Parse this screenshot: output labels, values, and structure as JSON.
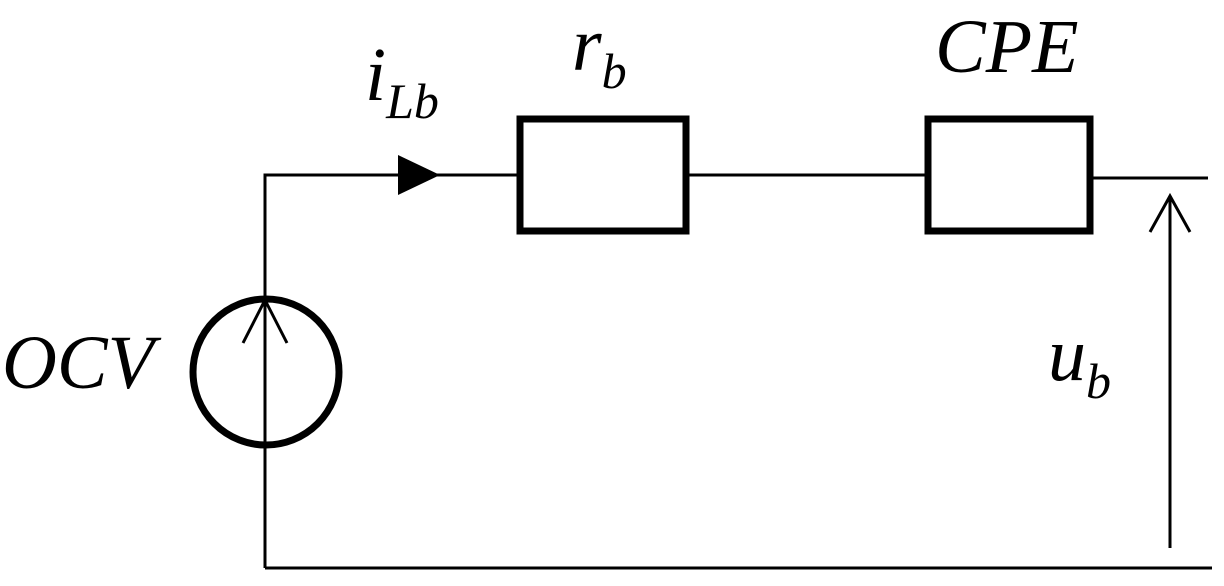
{
  "diagram": {
    "type": "equivalent-circuit",
    "colors": {
      "line": "#000000",
      "background": "#ffffff"
    },
    "labels": {
      "current": {
        "base": "i",
        "subscript": "Lb"
      },
      "resistor": {
        "base": "r",
        "subscript": "b"
      },
      "cpe": {
        "text": "CPE"
      },
      "source": {
        "text": "OCV"
      },
      "voltage": {
        "base": "u",
        "subscript": "b"
      }
    },
    "components": [
      {
        "name": "OCV",
        "kind": "voltage-source"
      },
      {
        "name": "r_b",
        "kind": "resistor"
      },
      {
        "name": "CPE",
        "kind": "constant-phase-element"
      }
    ]
  }
}
